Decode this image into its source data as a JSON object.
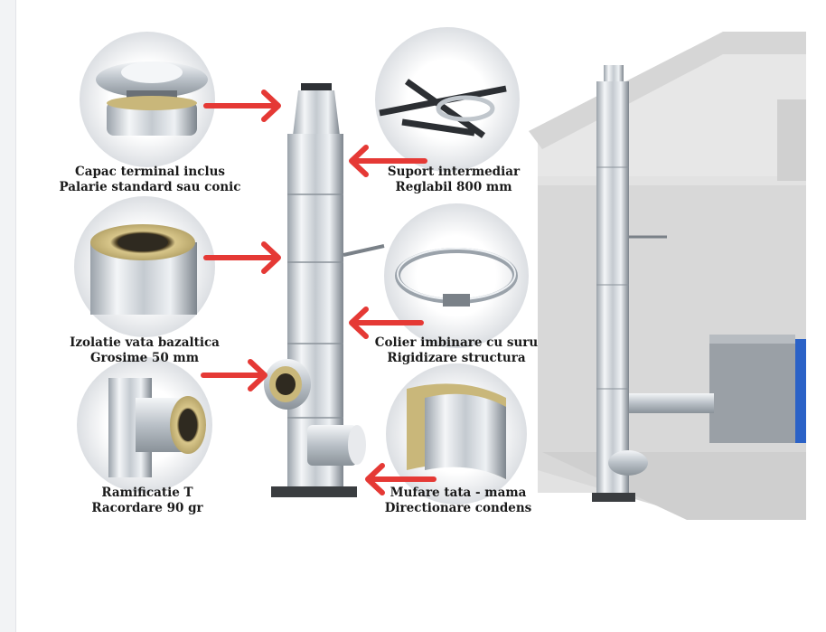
{
  "components": [
    {
      "id": "cap",
      "line1": "Capac terminal inclus",
      "line2": "Palarie standard sau conic"
    },
    {
      "id": "support",
      "line1": "Suport intermediar",
      "line2": "Reglabil 800 mm"
    },
    {
      "id": "insulation",
      "line1": "Izolatie vata bazaltica",
      "line2": "Grosime 50 mm"
    },
    {
      "id": "collar",
      "line1": "Colier imbinare cu suru",
      "line2": "Rigidizare structura"
    },
    {
      "id": "tee",
      "line1": "Ramificatie T",
      "line2": "Racordare 90 gr"
    },
    {
      "id": "socket",
      "line1": "Mufare tata - mama",
      "line2": "Directionare condens"
    }
  ],
  "colors": {
    "arrow": "#e53935",
    "steel_light": "#eef1f4",
    "steel_dark": "#8e969e",
    "insulation": "#c9b77a",
    "building": "#dcdcdc",
    "boiler_blue": "#2b62c7"
  }
}
